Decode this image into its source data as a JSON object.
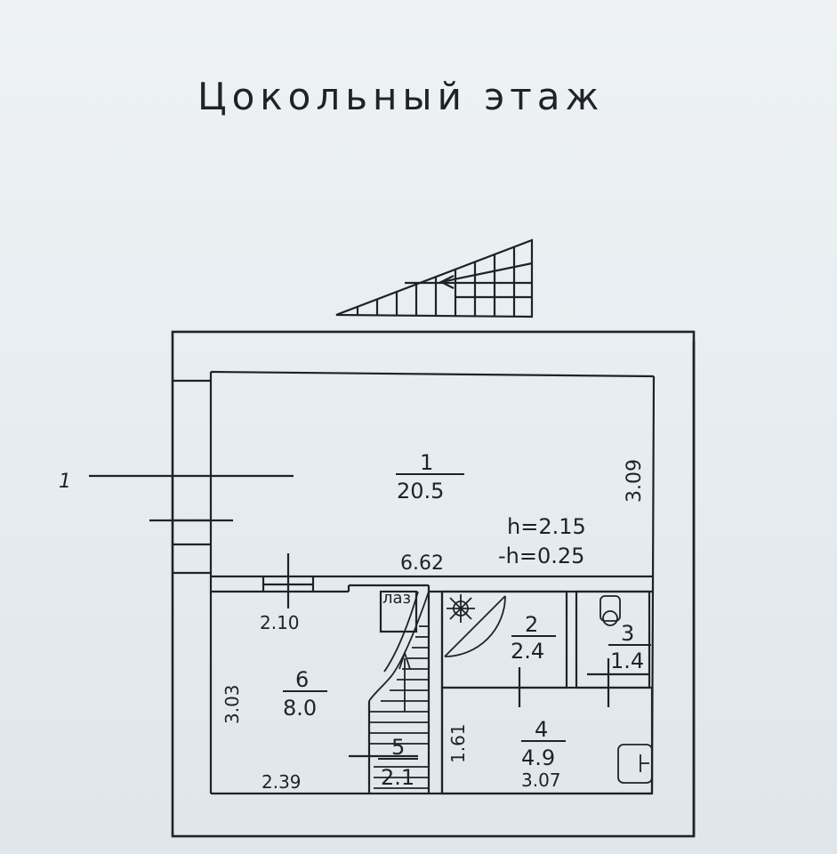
{
  "title": "Цокольный этаж",
  "labels": {
    "section_marker": "1",
    "room1_num": "1",
    "room1_area": "20.5",
    "room1_height": "3.09",
    "h_label": "h=2.15",
    "minus_h_label": "-h=0.25",
    "room1_width": "6.62",
    "room6_top_dim": "2.10",
    "room6_left_dim": "3.03",
    "room6_num": "6",
    "room6_area": "8.0",
    "room6_bottom_dim": "2.39",
    "laz_label": "лаз",
    "room2_num": "2",
    "room2_area": "2.4",
    "room3_num": "3",
    "room3_area": "1.4",
    "room4_num": "4",
    "room4_area": "4.9",
    "room4_width": "3.07",
    "room4_height": "1.61",
    "room5_num": "5",
    "room5_area": "2.1"
  },
  "colors": {
    "line": "#1f2328",
    "paper": "#e9eef2",
    "ghost": "#c3cbd2"
  }
}
